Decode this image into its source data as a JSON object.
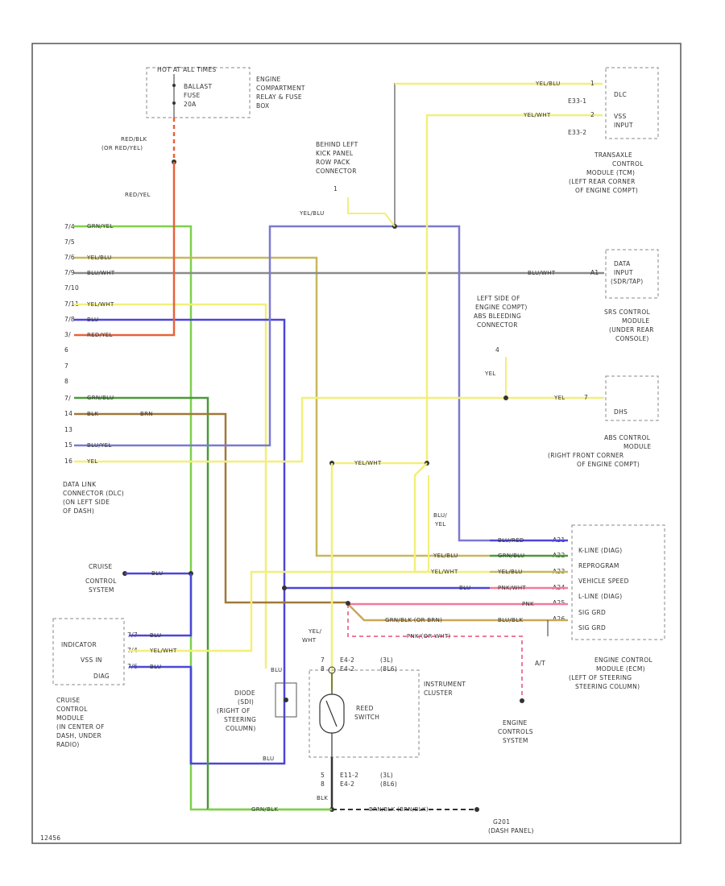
{
  "colors": {
    "green": "#7fd04a",
    "red": "#e8623a",
    "yellow": "#f2ef7a",
    "grey": "#9a9a9a",
    "blue": "#4b46d9",
    "darkgreen": "#4a9a38",
    "brown": "#a0783a",
    "pink": "#f07a9a",
    "orange": "#e8a02a",
    "black": "#333333"
  },
  "boxes": {
    "hot_label": "HOT AT ALL TIMES",
    "fuse_name": "BALLAST",
    "fuse_label": "FUSE",
    "fuse_amp": "20A",
    "relay_box": [
      "ENGINE",
      "COMPARTMENT",
      "RELAY & FUSE",
      "BOX"
    ],
    "dlc_top": "DLC",
    "vss_input": [
      "VSS",
      "INPUT"
    ],
    "e33": [
      "E33-1",
      "E33-2"
    ],
    "tcm_loc": [
      "TRANSAXLE",
      "CONTROL",
      "MODULE (TCM)",
      "(LEFT REAR CORNER",
      "OF ENGINE COMPT)"
    ],
    "data_input": [
      "DATA",
      "INPUT",
      "(SDR/TAP)"
    ],
    "srs_loc": [
      "SRS CONTROL",
      "MODULE",
      "(UNDER REAR",
      "CONSOLE)"
    ],
    "dhs": "DHS",
    "abs_loc": [
      "ABS CONTROL",
      "MODULE",
      "(RIGHT FRONT CORNER",
      "OF ENGINE COMPT)"
    ],
    "behind_kick": [
      "BEHIND LEFT",
      "KICK PANEL",
      "ROW PACK",
      "CONNECTOR"
    ],
    "left_side": [
      "LEFT SIDE OF",
      "ENGINE COMPT)",
      "ABS BLEEDING",
      "CONNECTOR"
    ],
    "dlc_loc": [
      "DATA LINK",
      "CONNECTOR (DLC)",
      "(ON LEFT SIDE",
      "OF DASH)"
    ],
    "cruise_sys": [
      "CRUISE",
      "CONTROL",
      "SYSTEM"
    ],
    "indicator": [
      "INDICATOR",
      "VSS IN",
      "DIAG"
    ],
    "cruise_mod": [
      "CRUISE",
      "CONTROL",
      "MODULE",
      "(IN CENTER OF",
      "DASH, UNDER",
      "RADIO)"
    ],
    "diode": [
      "DIODE",
      "(SDI)",
      "(RIGHT OF",
      "STEERING",
      "COLUMN)"
    ],
    "reed": [
      "REED",
      "SWITCH"
    ],
    "instr": [
      "INSTRUMENT",
      "CLUSTER"
    ],
    "ecm_pins": [
      "K-LINE (DIAG)",
      "REPROGRAM",
      "VEHICLE SPEED",
      "L-LINE (DIAG)",
      "SIG GRD",
      "SIG GRD"
    ],
    "ecm_loc": [
      "ENGINE CONTROL",
      "MODULE (ECM)",
      "(LEFT OF STEERING",
      "STEERING COLUMN)"
    ],
    "engine_sys": [
      "ENGINE",
      "CONTROLS",
      "SYSTEM"
    ],
    "ground": [
      "G201",
      "(DASH PANEL)"
    ],
    "at": "A/T",
    "page_id": "12456"
  },
  "pins": {
    "dlc": [
      "7/4",
      "7/5",
      "7/6",
      "7/9",
      "7/10",
      "7/11",
      "7/8",
      "3/",
      "6",
      "7",
      "8",
      "7/",
      "14",
      "13",
      "15",
      "16"
    ],
    "dlc_top": [
      "1",
      "2"
    ],
    "data_input": "A1",
    "dhs": "7",
    "kick": "1",
    "abs": "4",
    "cruise": [
      "7/7",
      "7/4",
      "7/6"
    ],
    "reed": [
      "7",
      "8"
    ],
    "ecm": [
      "A21",
      "A22",
      "A23",
      "A24",
      "A25",
      "A26"
    ],
    "ground_pins": [
      "5",
      "8"
    ]
  },
  "wires": {
    "grn_yel": "GRN/YEL",
    "yel_blu": "YEL/BLU",
    "blu_wht": "BLU/WHT",
    "yel_wht": "YEL/WHT",
    "blu": "BLU",
    "red_yel": "RED/YEL",
    "red_blk": [
      "RED/BLK",
      "(OR RED/YEL)"
    ],
    "grn_blu": "GRN/BLU",
    "brn": "BRN",
    "blu_yel": "BLU/YEL",
    "yel": "YEL",
    "blu_yel_v": [
      "BLU/",
      "YEL"
    ],
    "yel_wht_v": [
      "YEL/",
      "WHT"
    ],
    "blu_red": "BLU/RED",
    "pnk_wht": "PNK/WHT",
    "pnk": "PNK",
    "pnk_wht_dash": "PNK/(OR WHT)",
    "grn_blk": "GRN/BLK (OR BRN)",
    "blk": "BLK",
    "blu_blk": "BLU/BLK",
    "brn_blk": "BRN/BLK (BRN/BLK)",
    "grn_blk_bottom": "GRN/BLK",
    "reed_top": [
      "E4-2",
      "E4-2",
      "(3L)",
      "(8L6)"
    ],
    "reed_bottom": [
      "E11-2",
      "E4-2",
      "(3L)",
      "(8L6)"
    ]
  }
}
